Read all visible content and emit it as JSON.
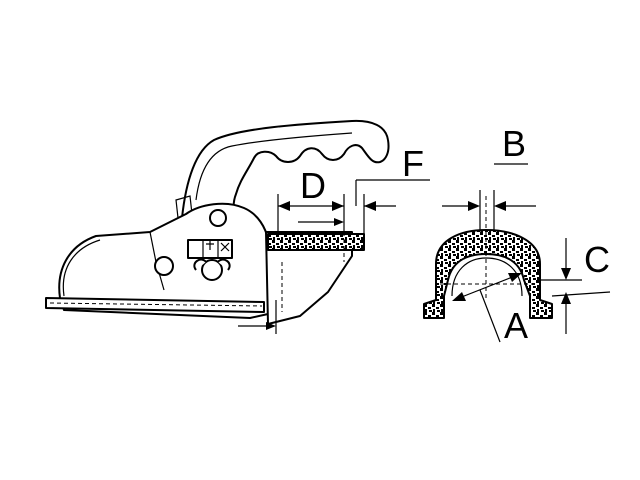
{
  "diagram": {
    "labels": {
      "a": "A",
      "b": "B",
      "c": "C",
      "d": "D",
      "f": "F"
    },
    "colors": {
      "ink": "#000000",
      "paper": "#ffffff"
    }
  }
}
